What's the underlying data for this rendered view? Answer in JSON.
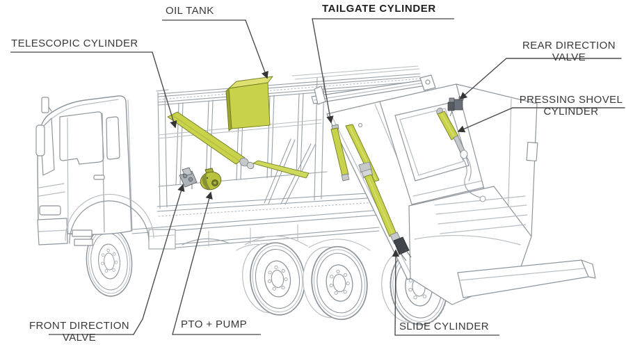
{
  "diagram": {
    "subject": "Refuse collection truck hydraulic components diagram",
    "style": "isometric CAD line drawing, highlighted hydraulic parts"
  },
  "callouts": {
    "oil_tank": {
      "text": "OIL TANK"
    },
    "tailgate_cylinder": {
      "text": "TAILGATE CYLINDER"
    },
    "telescopic_cylinder": {
      "text": "TELESCOPIC CYLINDER"
    },
    "rear_direction_valve": {
      "line1": "REAR DIRECTION",
      "line2": "VALVE"
    },
    "pressing_shovel_cylinder": {
      "line1": "PRESSING SHOVEL",
      "line2": "CYLINDER"
    },
    "front_direction_valve": {
      "line1": "FRONT DIRECTION",
      "line2": "VALVE"
    },
    "pto_pump": {
      "text": "PTO + PUMP"
    },
    "slide_cylinder": {
      "text": "SLIDE CYLINDER"
    }
  },
  "colors": {
    "highlight": "#c8d34b",
    "highlight_light": "#dce172",
    "highlight_dark": "#9aa532",
    "highlight_stroke": "#6e7a1e",
    "line_art": "#97a0a7",
    "line_art_light": "#b7bdc3",
    "metal_gray": "#c6c9cc",
    "dark_part": "#41464b",
    "leader_line": "#4d4d4d",
    "underline": "#8b8b8b",
    "label_text": "#383838"
  }
}
